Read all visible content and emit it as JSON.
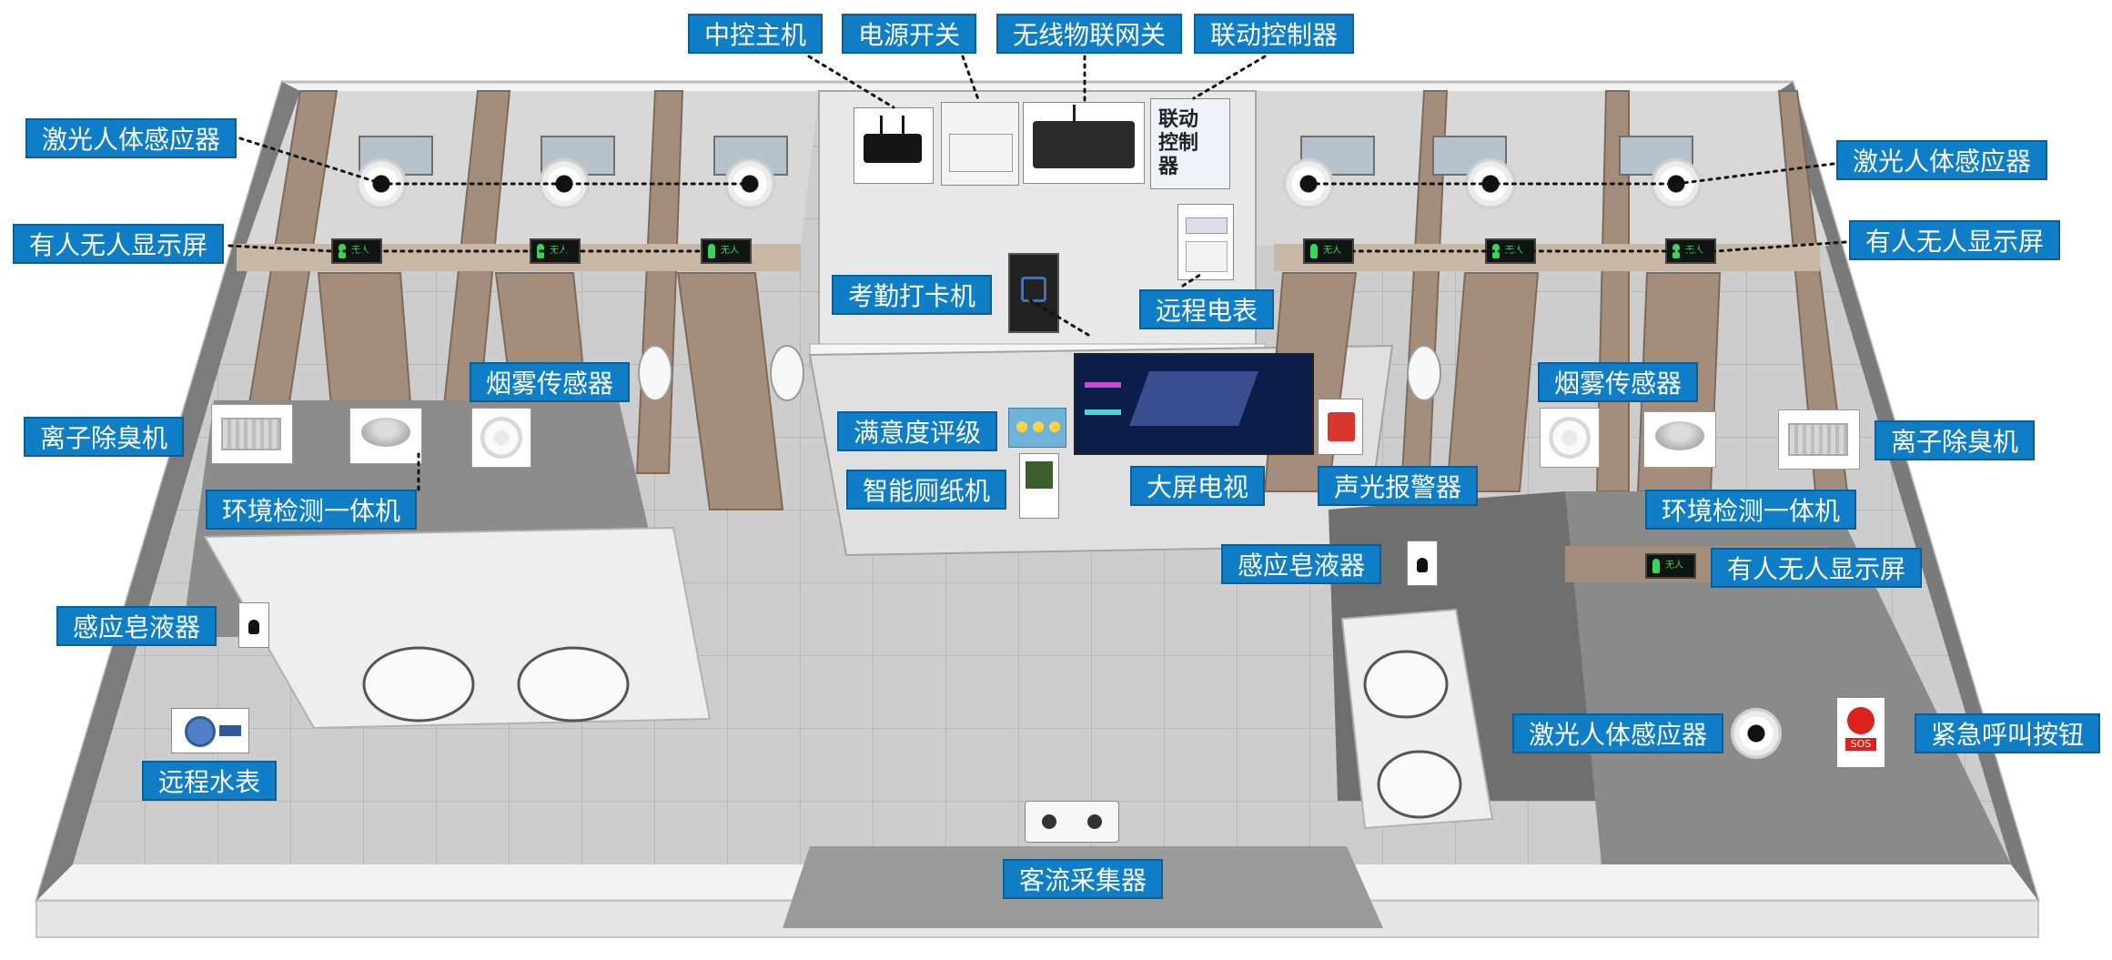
{
  "diagram": {
    "labels": {
      "central_host": "中控主机",
      "power_switch": "电源开关",
      "wireless_gateway": "无线物联网关",
      "linkage_controller": "联动控制器",
      "laser_sensor": "激光人体感应器",
      "occupancy_display": "有人无人显示屏",
      "attendance_clock": "考勤打卡机",
      "remote_meter": "远程电表",
      "smoke_sensor": "烟雾传感器",
      "ion_deodorizer": "离子除臭机",
      "satisfaction_rating": "满意度评级",
      "smart_paper_dispenser": "智能厕纸机",
      "big_screen_tv": "大屏电视",
      "sound_light_alarm": "声光报警器",
      "env_monitor": "环境检测一体机",
      "induction_soap": "感应皂液器",
      "remote_water_meter": "远程水表",
      "emergency_button": "紧急呼叫按钮",
      "people_counter": "客流采集器"
    },
    "device_text": {
      "linkage_controller_glyph": "联动控制器",
      "sos": "SOS",
      "occupancy_small": "无人"
    },
    "colors": {
      "label_bg": "#0f7ec6",
      "label_border": "#0a5f99",
      "label_text": "#ffffff",
      "leader_line": "#111111",
      "floor": "#cfcfcf",
      "wall": "#8e8e8e",
      "partition": "#9a8878"
    }
  }
}
